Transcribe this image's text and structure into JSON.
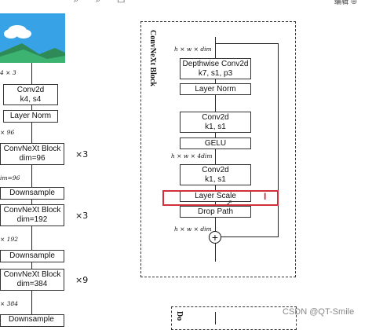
{
  "toolbar": {
    "top_right_text": "编辑 ⊕"
  },
  "left_diagram": {
    "top_dim": "4 × 3",
    "boxes": [
      {
        "lines": [
          "Conv2d",
          "k4, s4"
        ]
      },
      {
        "lines": [
          "Layer Norm"
        ]
      },
      {
        "lines": [
          "ConvNeXt Block",
          "dim=96"
        ]
      },
      {
        "lines": [
          "Downsample"
        ]
      },
      {
        "lines": [
          "ConvNeXt Block",
          "dim=192"
        ]
      },
      {
        "lines": [
          "Downsample"
        ]
      },
      {
        "lines": [
          "ConvNeXt Block",
          "dim=384"
        ]
      },
      {
        "lines": [
          "Downsample"
        ]
      }
    ],
    "dims": [
      "× 96",
      "im=96",
      "× 192",
      "× 384"
    ],
    "multipliers": [
      "×3",
      "×3",
      "×9"
    ]
  },
  "block": {
    "title": "ConvNeXt Block",
    "input_dim": "h × w × dim",
    "boxes": [
      {
        "lines": [
          "Depthwise Conv2d",
          "k7, s1, p3"
        ]
      },
      {
        "lines": [
          "Layer Norm"
        ]
      },
      {
        "lines": [
          "Conv2d",
          "k1, s1"
        ]
      },
      {
        "lines": [
          "GELU"
        ]
      },
      {
        "lines": [
          "Conv2d",
          "k1, s1"
        ]
      },
      {
        "lines": [
          "Layer Scale"
        ]
      },
      {
        "lines": [
          "Drop Path"
        ]
      }
    ],
    "mid_dim": "h × w × 4dim",
    "out_dim": "h × w × dim",
    "add_symbol": "+",
    "cursor_mark": "I"
  },
  "bottom_partial_title": "Do",
  "watermark": "CSDN @QT-Smile",
  "colors": {
    "highlight": "#d0303a",
    "image_sky": "#37a3e6",
    "image_hill": "#3cb371"
  }
}
